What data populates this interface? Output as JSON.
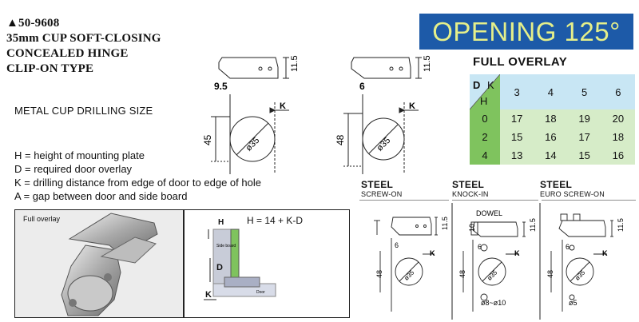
{
  "title": {
    "model": "▲50-9608",
    "line1": "35mm CUP SOFT-CLOSING",
    "line2": "CONCEALED HINGE",
    "line3": "CLIP-ON TYPE"
  },
  "metal_cup_label": "METAL CUP DRILLING SIZE",
  "opening_banner": "OPENING 125°",
  "full_overlay": {
    "title": "FULL OVERLAY",
    "d_label": "D",
    "k_label": "K",
    "h_label": "H",
    "k_values": [
      "3",
      "4",
      "5",
      "6"
    ],
    "rows": [
      {
        "d": "0",
        "values": [
          "17",
          "18",
          "19",
          "20"
        ]
      },
      {
        "d": "2",
        "values": [
          "15",
          "16",
          "17",
          "18"
        ]
      },
      {
        "d": "4",
        "values": [
          "13",
          "14",
          "15",
          "16"
        ]
      }
    ]
  },
  "legend": {
    "h": "H = height of mounting plate",
    "d": "D = required door overlay",
    "k": "K = drilling distance from edge of door to edge of hole",
    "a": "A = gap between door and side board"
  },
  "top_drawings": {
    "left": {
      "h": "11.5",
      "w": "9.5",
      "depth": "45",
      "dia": "ø35",
      "k": "K"
    },
    "right": {
      "h": "11.5",
      "w": "6",
      "depth": "48",
      "dia": "ø35",
      "k": "K"
    }
  },
  "photo_panel": {
    "caption": "Full overlay"
  },
  "formula_panel": {
    "formula": "H = 14 + K-D",
    "h": "H",
    "d": "D",
    "k": "K",
    "side_board": "Side board",
    "door": "Door"
  },
  "sections": [
    {
      "title": "STEEL",
      "subtitle": "SCREW-ON",
      "h": "11.5",
      "w": "6",
      "depth": "48",
      "dia": "ø35",
      "k": "K",
      "extra": ""
    },
    {
      "title": "STEEL",
      "subtitle": "KNOCK-IN",
      "h": "11.5",
      "w": "6",
      "depth": "48",
      "dia": "ø35",
      "k": "K",
      "extra": "ø8~ø10",
      "dowel": "DOWEL",
      "small_h": "10"
    },
    {
      "title": "STEEL",
      "subtitle": "EURO SCREW-ON",
      "h": "11.5",
      "w": "6",
      "depth": "48",
      "dia": "ø35",
      "k": "K",
      "extra": "ø5"
    }
  ],
  "colors": {
    "banner_bg": "#1d5aa8",
    "banner_text": "#e5ef8a",
    "table_head": "#c8e6f4",
    "table_body": "#d6ecc8",
    "table_dcol": "#7fc35e"
  }
}
